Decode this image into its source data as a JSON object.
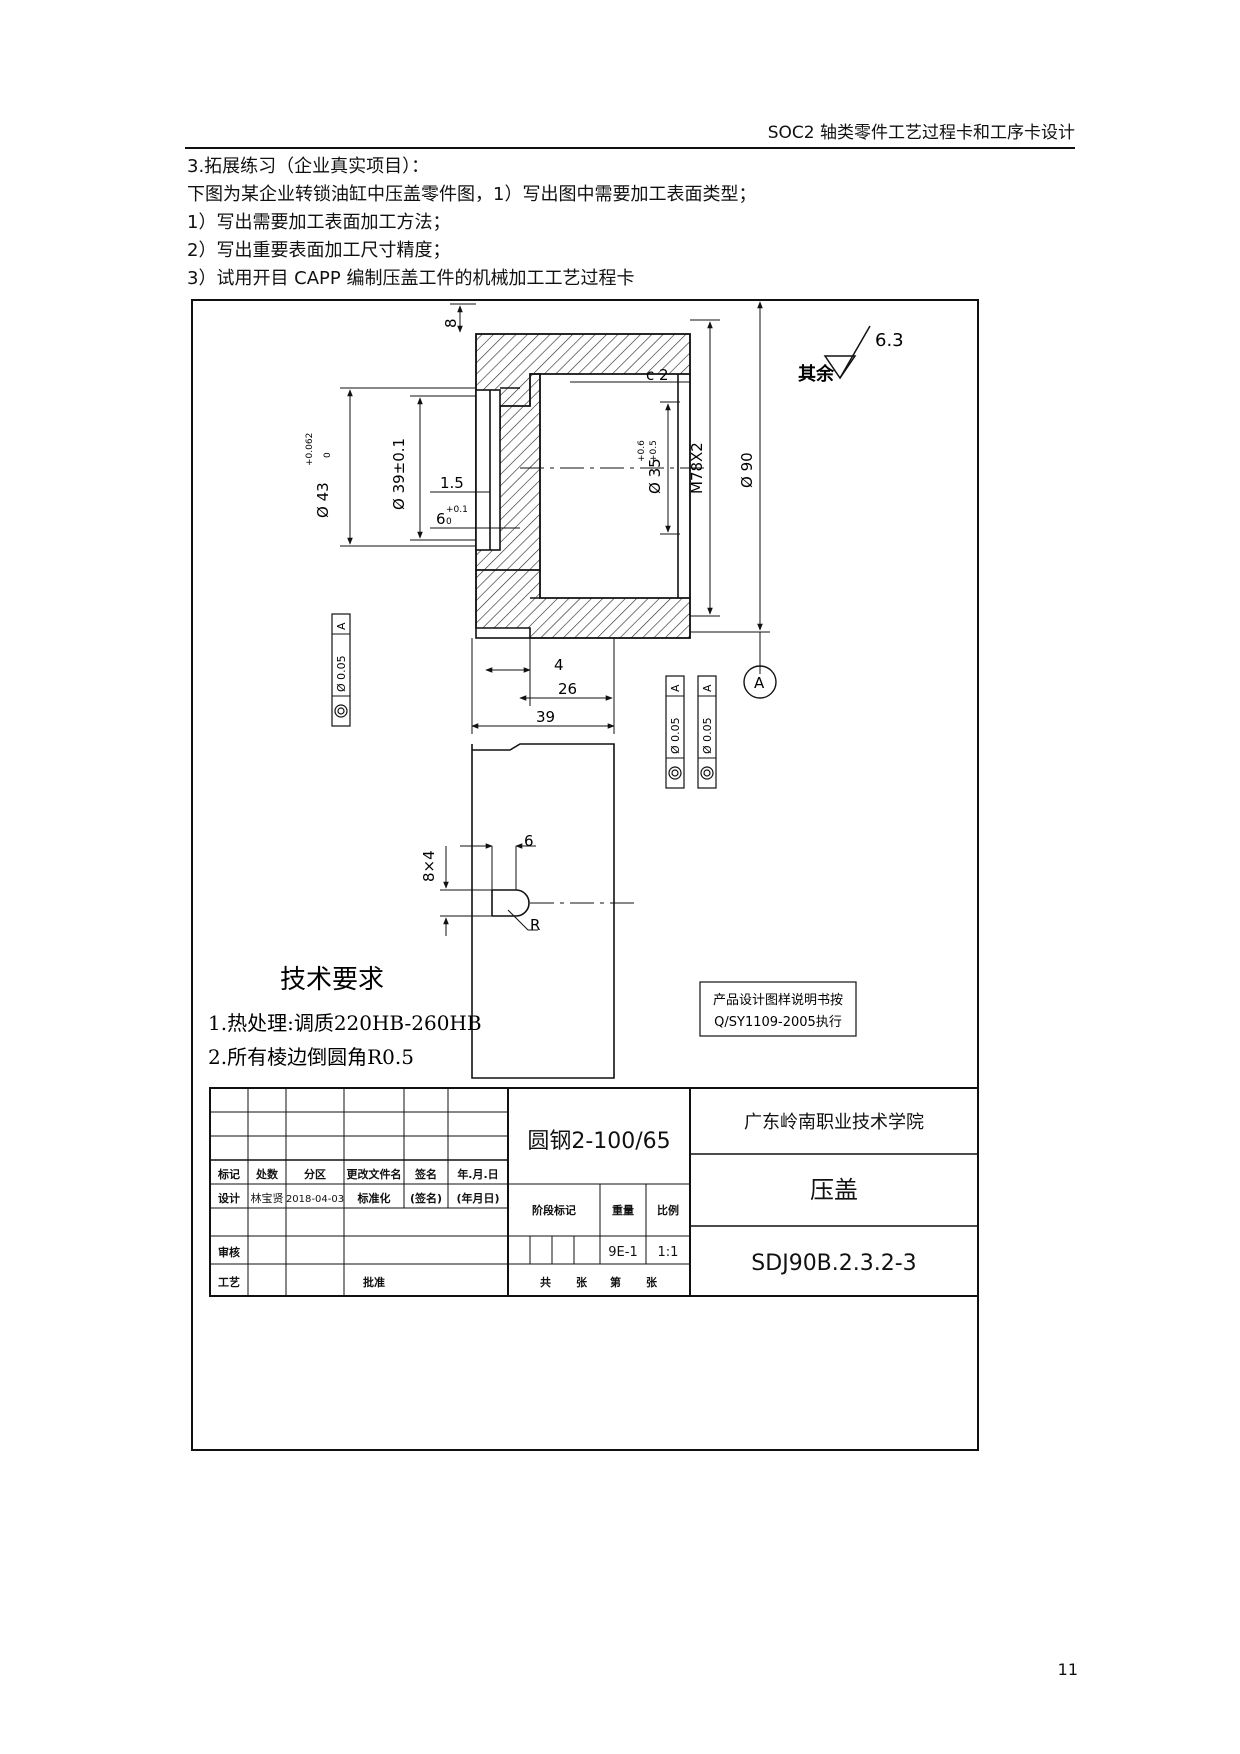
{
  "header": {
    "title": "SOC2 轴类零件工艺过程卡和工序卡设计"
  },
  "body": {
    "heading": "3.拓展练习（企业真实项目）：",
    "intro": "下图为某企业转锁油缸中压盖零件图，1）写出图中需要加工表面类型；",
    "q1": "1）写出需要加工表面加工方法；",
    "q2": "2）写出重要表面加工尺寸精度；",
    "q3": "3）试用开目 CAPP 编制压盖工件的机械加工工艺过程卡"
  },
  "drawing": {
    "roughness_value": "6.3",
    "roughness_note": "其余",
    "dims": {
      "d43": "Ø 43",
      "d43_tol_up": "+0.062",
      "d43_tol_low": "0",
      "d39": "Ø 39±0.1",
      "d1_5": "1.5",
      "d6": "6",
      "d6_tol_up": "+0.1",
      "d6_tol_low": "0",
      "d8": "8",
      "c2": "c 2",
      "d35": "Ø 35",
      "d35_tol_up": "+0.6",
      "d35_tol_low": "+0.5",
      "m78": "M78X2",
      "d90": "Ø 90",
      "d4": "4",
      "d26": "26",
      "d39_len": "39",
      "d6_groove": "6",
      "d8x4": "8×4",
      "r": "R"
    },
    "datum": "A",
    "tolerances": [
      {
        "value": "Ø 0.05",
        "ref": "A"
      },
      {
        "value": "Ø 0.05",
        "ref": "A"
      },
      {
        "value": "Ø 0.05",
        "ref": "A"
      }
    ],
    "tech_req": {
      "title": "技术要求",
      "item1": "1.热处理:调质220HB-260HB",
      "item2": "2.所有棱边倒圆角R0.5"
    },
    "note": {
      "line1": "产品设计图样说明书按",
      "line2": "Q/SY1109-2005执行"
    },
    "title_block": {
      "material": "圆钢2-100/65",
      "school": "广东岭南职业技术学院",
      "part_name": "压盖",
      "drawing_no": "SDJ90B.2.3.2-3",
      "h_mark": "标记",
      "h_count": "处数",
      "h_zone": "分区",
      "h_change_doc": "更改文件名",
      "h_sign": "签名",
      "h_date": "年.月.日",
      "design": "设计",
      "designer": "林宝贤",
      "design_date": "2018-04-03",
      "standard": "标准化",
      "sign_paren": "(签名)",
      "date_paren": "(年月日)",
      "stage_mark": "阶段标记",
      "weight": "重量",
      "scale": "比例",
      "weight_val": "9E-1",
      "scale_val": "1:1",
      "review": "审核",
      "process": "工艺",
      "approve": "批准",
      "total": "共",
      "sheet": "张",
      "page": "第",
      "sheet2": "张"
    }
  },
  "footer": {
    "page_number": "11"
  }
}
